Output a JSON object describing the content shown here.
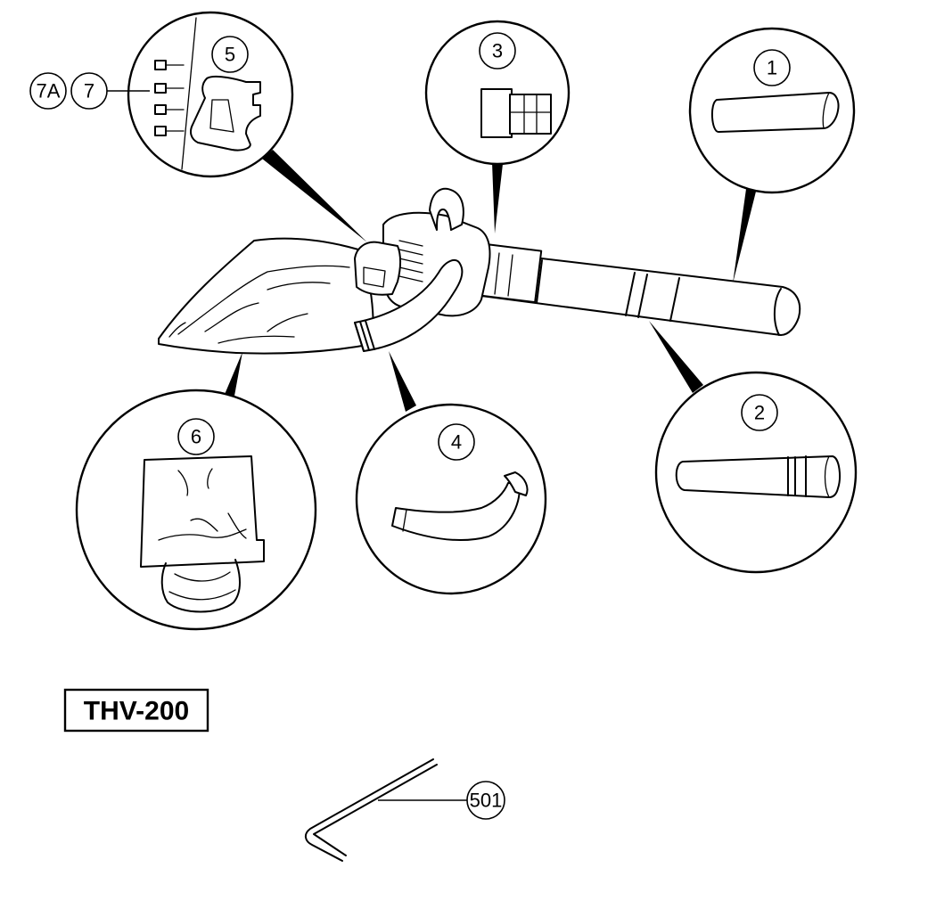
{
  "model": "THV-200",
  "callouts": {
    "c1": "1",
    "c2": "2",
    "c3": "3",
    "c4": "4",
    "c5": "5",
    "c6": "6",
    "c7": "7",
    "c7a": "7A",
    "c501": "501"
  }
}
